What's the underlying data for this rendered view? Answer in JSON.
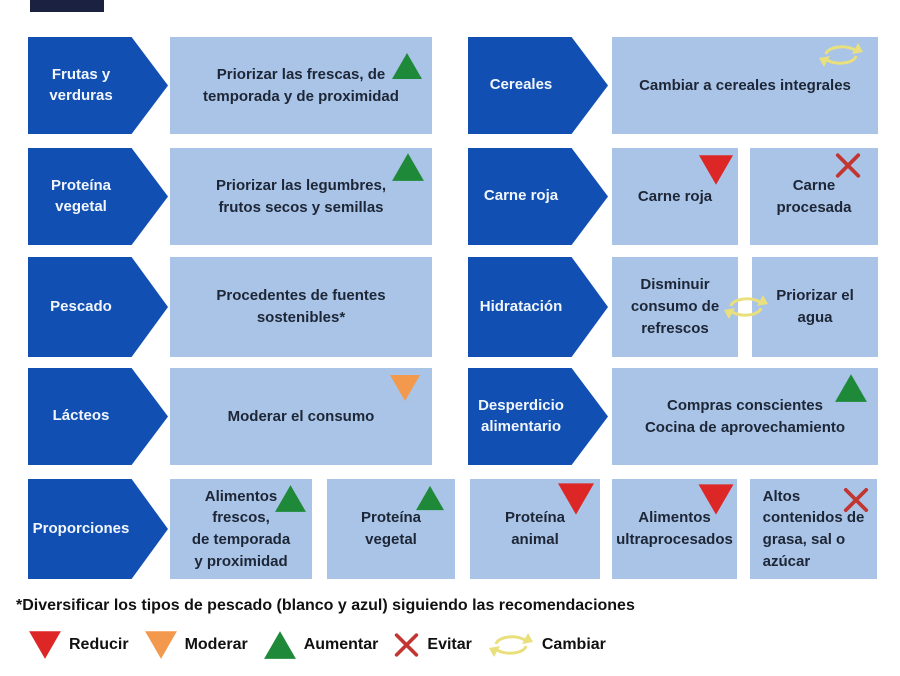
{
  "sections": {
    "frutas_verduras": {
      "label": "Frutas y\nverduras",
      "recommendation": "Priorizar las frescas, de\ntemporada y de proximidad",
      "icon": "triangle-up-green"
    },
    "proteina_vegetal": {
      "label": "Proteína\nvegetal",
      "recommendation": "Priorizar las legumbres,\nfrutos secos y semillas",
      "icon": "triangle-up-green"
    },
    "pescado": {
      "label": "Pescado",
      "recommendation": "Procedentes de fuentes\nsostenibles*"
    },
    "lacteos": {
      "label": "Lácteos",
      "recommendation": "Moderar el consumo",
      "icon": "triangle-down-orange"
    },
    "cereales": {
      "label": "Cereales",
      "recommendation": "Cambiar a cereales integrales",
      "icon": "cycle-yellow"
    },
    "carne_roja": {
      "label": "Carne roja",
      "boxes": [
        {
          "text": "Carne roja",
          "icon": "triangle-down-red"
        },
        {
          "text": "Carne\nprocesada",
          "icon": "x-red"
        }
      ]
    },
    "hidratacion": {
      "label": "Hidratación",
      "boxes": [
        {
          "text": "Disminuir\nconsumo de\nrefrescos",
          "icon": "cycle-yellow"
        },
        {
          "text": "Priorizar el\nagua"
        }
      ]
    },
    "desperdicio_alimentario": {
      "label": "Desperdicio\nalimentario",
      "recommendation": "Compras conscientes\nCocina de aprovechamiento",
      "icon": "triangle-up-green"
    },
    "proporciones": {
      "label": "Proporciones",
      "boxes": [
        {
          "text": "Alimentos\nfrescos,\nde temporada\ny proximidad",
          "icon": "triangle-up-green"
        },
        {
          "text": "Proteína\nvegetal",
          "icon": "triangle-up-green"
        },
        {
          "text": "Proteína\nanimal",
          "icon": "triangle-down-red"
        },
        {
          "text": "Alimentos\nultraprocesados",
          "icon": "triangle-down-red"
        },
        {
          "text": "Altos\ncontenidos de\ngrasa, sal o\nazúcar",
          "icon": "x-red"
        }
      ]
    }
  },
  "footnote": "*Diversificar los tipos de pescado (blanco y azul) siguiendo las recomendaciones",
  "legend": {
    "items": [
      {
        "icon": "triangle-down-red",
        "label": "Reducir"
      },
      {
        "icon": "triangle-down-orange",
        "label": "Moderar"
      },
      {
        "icon": "triangle-up-green",
        "label": "Aumentar"
      },
      {
        "icon": "x-red",
        "label": "Evitar"
      },
      {
        "icon": "cycle-yellow",
        "label": "Cambiar"
      }
    ]
  },
  "colors": {
    "arrow_blue": "#1150b2",
    "box_blue": "#a9c4e7",
    "increase_green": "#1e8a39",
    "moderate_orange": "#f2994e",
    "reduce_red": "#dd2727",
    "avoid_red": "#c23632",
    "change_yellow": "#e9e07d",
    "text_dark": "#1d2636",
    "text_light": "#f2f6fc"
  }
}
